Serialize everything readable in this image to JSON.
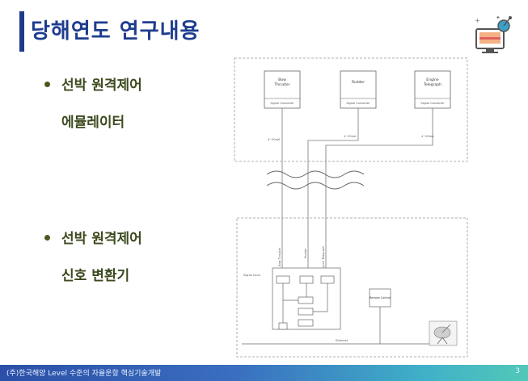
{
  "slide": {
    "title": "당해연도 연구내용",
    "bullets": [
      {
        "line1": "선박 원격제어",
        "line2": "에뮬레이터"
      },
      {
        "line1": "선박 원격제어",
        "line2": "신호 변환기"
      }
    ],
    "diagram": {
      "boxes": [
        {
          "name": "Bow Thruster",
          "line1": "Bow",
          "line2": "Thruster",
          "sub": "Signal Converter"
        },
        {
          "name": "Rudder",
          "line1": "Rudder",
          "line2": "",
          "sub": "Signal Converter"
        },
        {
          "name": "Engine Telegraph",
          "line1": "Engine",
          "line2": "Telegraph",
          "sub": "Signal Converter"
        }
      ],
      "top_wire_labels": [
        "4~20mA",
        "4~20mA",
        "4~20mA"
      ],
      "vertical_labels": [
        "Bow Thruster",
        "Rudder",
        "Engine Telegraph"
      ],
      "lower_left_label": "Signal Conv.",
      "right_box_label": "Remote Control",
      "bottom_line_label": "Ethernet"
    },
    "footer": {
      "text": "(주)한국해양 Level 수준의 자율운항 핵심기술개발",
      "page": "3"
    }
  }
}
